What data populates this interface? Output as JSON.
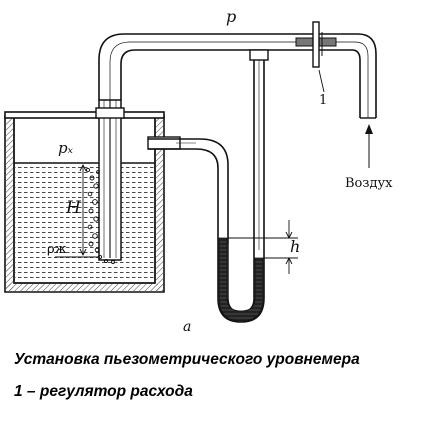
{
  "diagram": {
    "labels": {
      "p": "p",
      "px": "pₓ",
      "H": "H",
      "rho": "ρж",
      "h": "h",
      "one": "1",
      "air": "Воздух",
      "a": "а"
    }
  },
  "caption": {
    "line1": "Установка пьезометрического уровнемера",
    "line2": "1 – регулятор расхода"
  },
  "colors": {
    "ink": "#111111",
    "liquid_hatch": "#333333",
    "background": "#ffffff"
  }
}
